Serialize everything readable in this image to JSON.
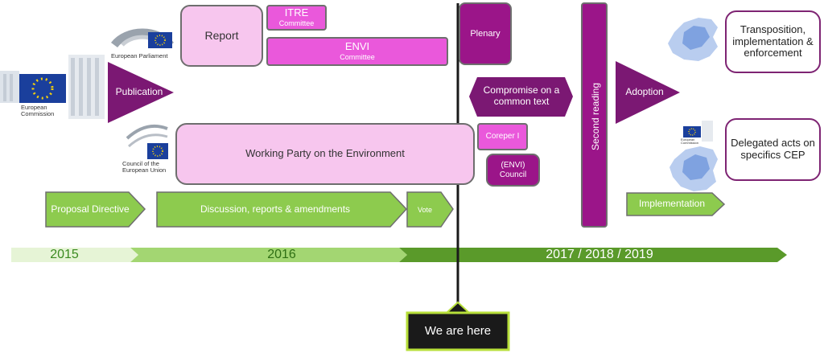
{
  "institutions": {
    "commission": "European Commission",
    "parliament": "European Parliament",
    "council": "Council of the European Union"
  },
  "stages": {
    "publication": "Publication",
    "report": "Report",
    "itre": "ITRE",
    "itre_sub": "Committee",
    "envi": "ENVI",
    "envi_sub": "Committee",
    "working_party": "Working Party on the Environment",
    "plenary": "Plenary",
    "compromise": "Compromise on a common text",
    "coreper": "Coreper I",
    "envi_council": "(ENVI) Council",
    "second_reading": "Second reading",
    "adoption": "Adoption",
    "transposition": "Transposition, implementation & enforcement",
    "delegated": "Delegated acts on specifics CEP",
    "commission_small": "European Commission"
  },
  "process": {
    "proposal": "Proposal Directive",
    "discussion": "Discussion, reports & amendments",
    "vote": "Vote",
    "implementation": "Implementation"
  },
  "timeline": {
    "years": [
      "2015",
      "2016",
      "2017 / 2018 / 2019"
    ]
  },
  "marker": {
    "label": "We are here"
  },
  "colors": {
    "purple": "#9b1589",
    "pink": "#ea58db",
    "light_pink": "#f7c6ee",
    "green": "#8dcb4e",
    "timeline_light": "#e6f4d6",
    "timeline_mid": "#a3d672",
    "timeline_dark": "#5a9a2a"
  }
}
